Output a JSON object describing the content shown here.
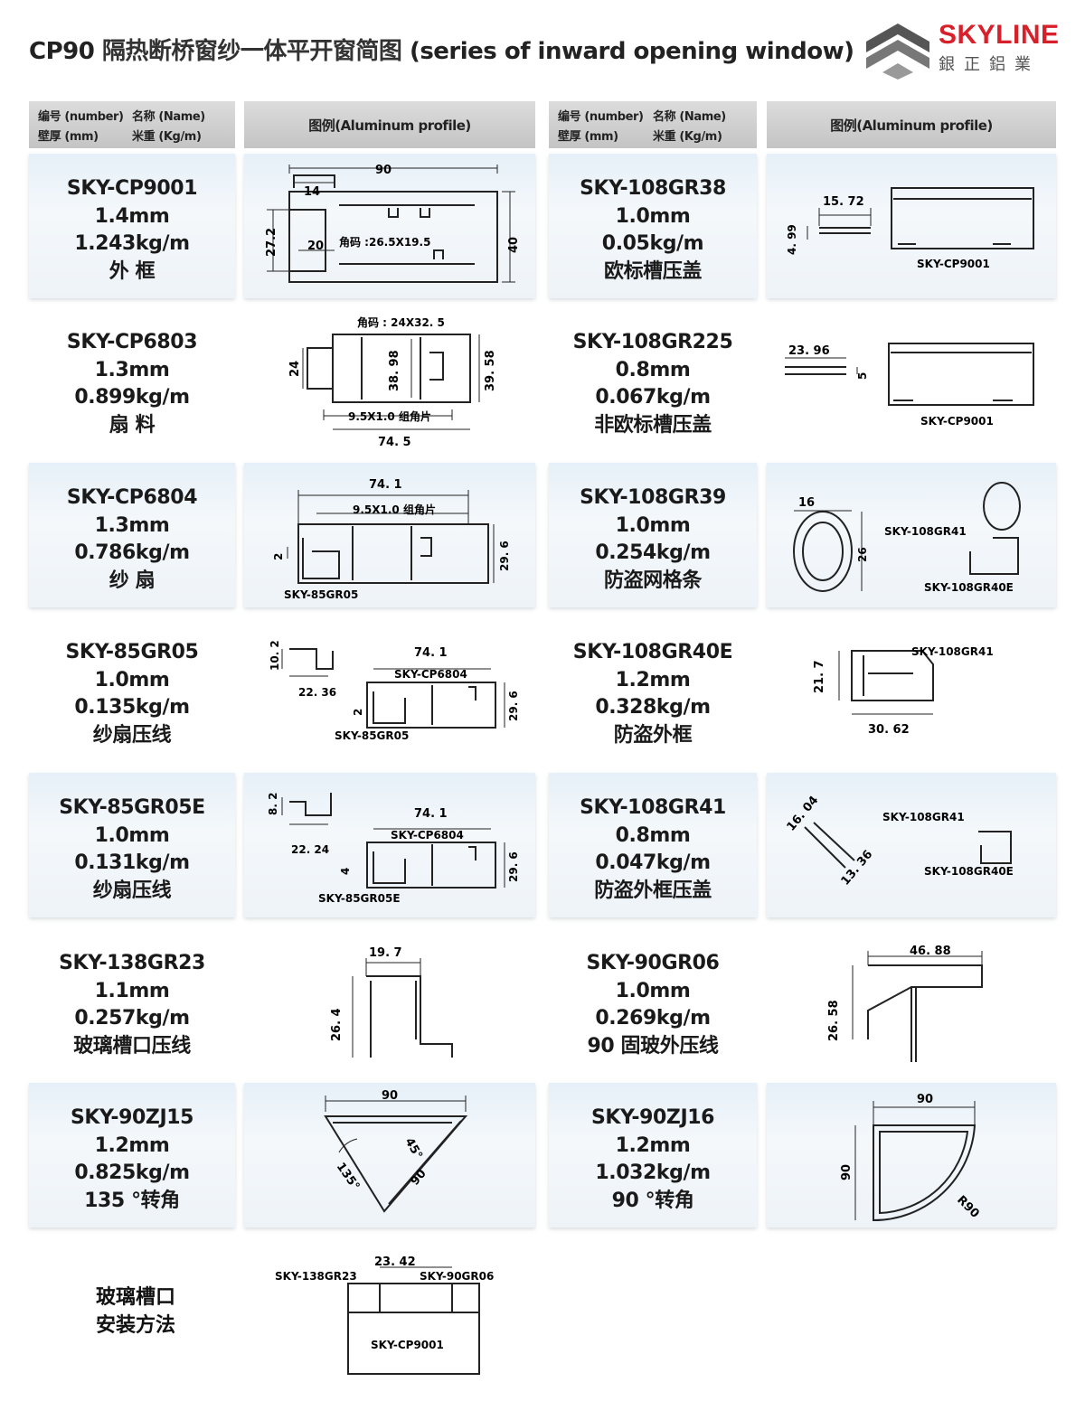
{
  "header": {
    "title_prefix": "CP90 ",
    "title_cn": "隔热断桥窗纱一体平开窗简图",
    "title_en": " (series of inward opening window)",
    "logo_text": "SKYLINE",
    "logo_sub": "銀正鋁業"
  },
  "columns": {
    "info_l1a": "编号 (number)",
    "info_l1b": "名称 (Name)",
    "info_l2a": "壁厚 (mm)",
    "info_l2b": "米重 (Kg/m)",
    "drawing": "图例(Aluminum profile)"
  },
  "left_items": [
    {
      "code": "SKY-CP9001",
      "thickness": "1.4mm",
      "weight": "1.243kg/m",
      "name": "外 框"
    },
    {
      "code": "SKY-CP6803",
      "thickness": "1.3mm",
      "weight": "0.899kg/m",
      "name": "扇 料"
    },
    {
      "code": "SKY-CP6804",
      "thickness": "1.3mm",
      "weight": "0.786kg/m",
      "name": "纱 扇"
    },
    {
      "code": "SKY-85GR05",
      "thickness": "1.0mm",
      "weight": "0.135kg/m",
      "name": "纱扇压线"
    },
    {
      "code": "SKY-85GR05E",
      "thickness": "1.0mm",
      "weight": "0.131kg/m",
      "name": "纱扇压线"
    },
    {
      "code": "SKY-138GR23",
      "thickness": "1.1mm",
      "weight": "0.257kg/m",
      "name": "玻璃槽口压线"
    },
    {
      "code": "SKY-90ZJ15",
      "thickness": "1.2mm",
      "weight": "0.825kg/m",
      "name": "135 °转角"
    }
  ],
  "right_items": [
    {
      "code": "SKY-108GR38",
      "thickness": "1.0mm",
      "weight": "0.05kg/m",
      "name": "欧标槽压盖"
    },
    {
      "code": "SKY-108GR225",
      "thickness": "0.8mm",
      "weight": "0.067kg/m",
      "name": "非欧标槽压盖"
    },
    {
      "code": "SKY-108GR39",
      "thickness": "1.0mm",
      "weight": "0.254kg/m",
      "name": "防盗网格条"
    },
    {
      "code": "SKY-108GR40E",
      "thickness": "1.2mm",
      "weight": "0.328kg/m",
      "name": "防盗外框"
    },
    {
      "code": "SKY-108GR41",
      "thickness": "0.8mm",
      "weight": "0.047kg/m",
      "name": "防盗外框压盖"
    },
    {
      "code": "SKY-90GR06",
      "thickness": "1.0mm",
      "weight": "0.269kg/m",
      "name": "90 固玻外压线"
    },
    {
      "code": "SKY-90ZJ16",
      "thickness": "1.2mm",
      "weight": "1.032kg/m",
      "name": "90 °转角"
    }
  ],
  "install": {
    "line1": "玻璃槽口",
    "line2": "安装方法"
  },
  "drawings": {
    "d1": {
      "w": "90",
      "a": "14",
      "b": "20",
      "h1": "27.2",
      "h2": "40",
      "note": "角码 :26.5X19.5"
    },
    "d2": {
      "top": "角码 : 24X32. 5",
      "w": "74. 5",
      "h1": "24",
      "h2": "38. 98",
      "h3": "39. 58",
      "note": "9.5X1.0 组角片"
    },
    "d3": {
      "w": "74. 1",
      "note": "9.5X1.0 组角片",
      "h": "29. 6",
      "s": "2",
      "ref": "SKY-85GR05"
    },
    "d4": {
      "h": "10. 2",
      "w": "22. 36",
      "w2": "74. 1",
      "ref1": "SKY-CP6804",
      "s": "2",
      "h2": "29. 6",
      "ref2": "SKY-85GR05"
    },
    "d5": {
      "h": "8. 2",
      "w": "22. 24",
      "w2": "74. 1",
      "ref1": "SKY-CP6804",
      "s": "4",
      "h2": "29. 6",
      "ref2": "SKY-85GR05E"
    },
    "d6": {
      "w": "19. 7",
      "h": "26. 4"
    },
    "d7": {
      "w": "90",
      "a1": "45°",
      "a2": "135°",
      "side": "90"
    },
    "r1": {
      "w": "15. 72",
      "h": "4. 99",
      "ref": "SKY-CP9001"
    },
    "r2": {
      "w": "23. 96",
      "h": "5",
      "ref": "SKY-CP9001"
    },
    "r3": {
      "w": "16",
      "h": "26",
      "ref1": "SKY-108GR41",
      "ref2": "SKY-108GR40E"
    },
    "r4": {
      "ref": "SKY-108GR41",
      "h": "21. 7",
      "w": "30. 62"
    },
    "r5": {
      "a": "16. 04",
      "b": "13. 36",
      "ref1": "SKY-108GR41",
      "ref2": "SKY-108GR40E"
    },
    "r6": {
      "w": "46. 88",
      "h": "26. 58"
    },
    "r7": {
      "w": "90",
      "h": "90",
      "r": "R90"
    },
    "inst": {
      "w": "23. 42",
      "ref1": "SKY-138GR23",
      "ref2": "SKY-90GR06",
      "ref3": "SKY-CP9001"
    }
  }
}
